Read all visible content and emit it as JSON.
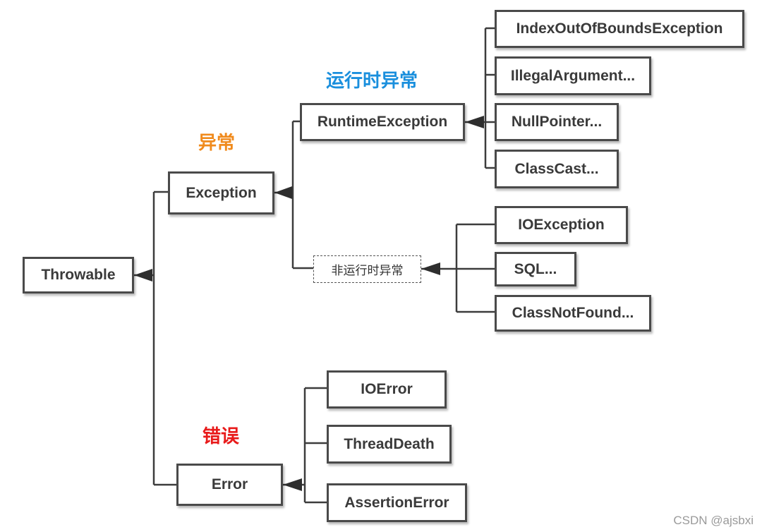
{
  "root": "Throwable",
  "exception": "Exception",
  "error": "Error",
  "runtime_exception": "RuntimeException",
  "non_runtime": "非运行时异常",
  "runtime_children": [
    "IndexOutOfBoundsException",
    "IllegalArgument...",
    "NullPointer...",
    "ClassCast..."
  ],
  "checked_children": [
    "IOException",
    "SQL...",
    "ClassNotFound..."
  ],
  "error_children": [
    "IOError",
    "ThreadDeath",
    "AssertionError"
  ],
  "labels": {
    "exception": {
      "text": "异常",
      "color": "#f08a1c"
    },
    "runtime": {
      "text": "运行时异常",
      "color": "#1a8fdd"
    },
    "error": {
      "text": "错误",
      "color": "#e81a1a"
    }
  },
  "watermark": "CSDN @ajsbxi"
}
